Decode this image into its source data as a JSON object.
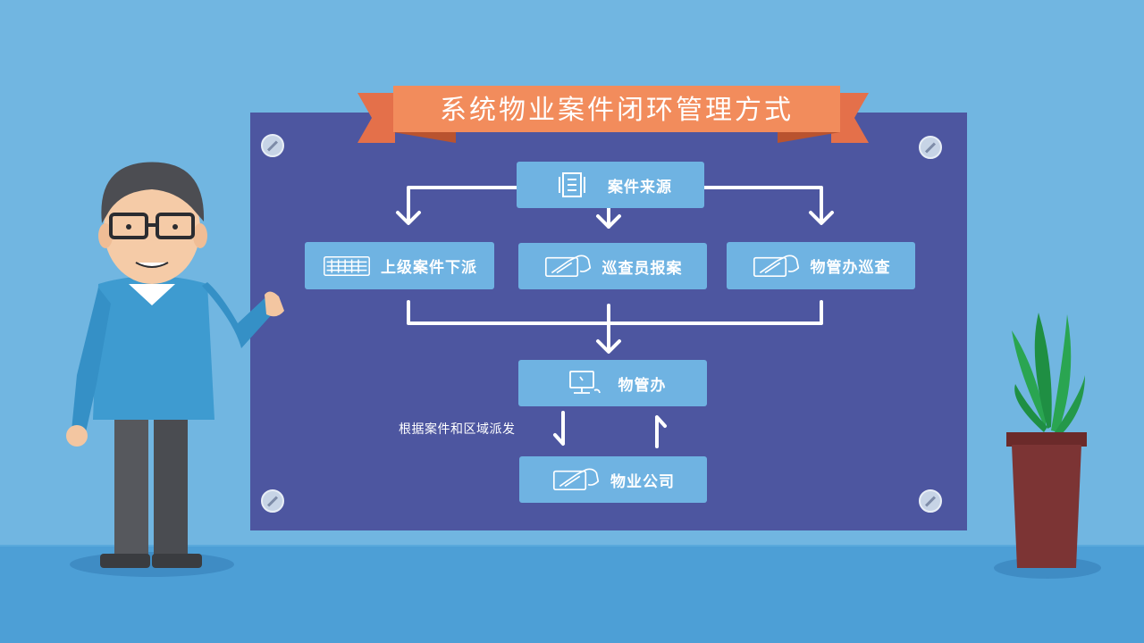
{
  "title": "系统物业案件闭环管理方式",
  "nodes": {
    "source": "案件来源",
    "superior": "上级案件下派",
    "inspector": "巡查员报案",
    "office_patrol": "物管办巡查",
    "office": "物管办",
    "company": "物业公司"
  },
  "dispatch_label": "根据案件和区域派发",
  "icons": {
    "source": "document-icon",
    "superior": "keyboard-icon",
    "inspector": "tablet-hand-icon",
    "office_patrol": "tablet-hand-icon",
    "office": "computer-icon",
    "company": "tablet-hand-icon"
  },
  "colors": {
    "wall": "#71b6e1",
    "board": "#4d56a0",
    "node": "#6fb3e2",
    "banner": "#f0845a",
    "floor": "#4d9fd6"
  }
}
